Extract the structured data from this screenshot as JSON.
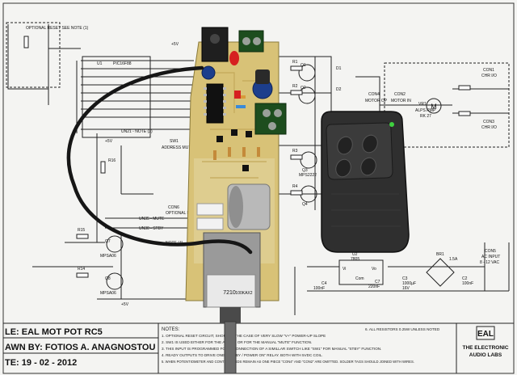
{
  "schematic": {
    "title_line": "LE: EAL MOT POT RC5",
    "drawn_line": "AWN BY: FOTIOS A. ANAGNOSTOU",
    "date_line": "TE: 19 - 02 - 2012",
    "notes_header": "NOTES:",
    "notes": [
      "1. OPTIONAL RESET CIRCUIT, SHOU... IN THE CASE OF VERY SLOW \"V+\" POWER-UP SLOPE",
      "2. SW1 IS USED EITHER FOR THE A... OFF OR FOR THE MANUAL \"MUTE\" FUNCTION.",
      "3. THIS INPUT IS PROGRAMMED FOR ... CONNECTION OF A SIMILLAR SWITCH LIKE \"SW1\" FOR MANUAL \"STBY\" FUNCTION.",
      "4. READY OUTPUTS TO DRIVE ONE ... \"STBY / POWER ON\" RELAY. BOTH WITH 5VDC COIL.",
      "5. WHEN POTENTIOMETER AND CONT... BOARDS REMAIN AS ONE PIECE \"CON4\" AND \"CON2\" ARE OMITTED. SOLDER TAGS SHOULD JOINED WITH WIRES."
    ],
    "resistor_note": "6. ALL RESISTORS 0.25W UNLESS NOTED",
    "logo_text": "EAL",
    "company_line1": "THE ELECTRONIC",
    "company_line2": "AUDIO LABS",
    "labels": {
      "optional_reset": "OPTIONAL RESET SEE NOTE (1)",
      "pic": "PIC16F88",
      "u1": "U1",
      "sw1": "SW1",
      "sw1_note": "ADDRESS MUTE NOTE (2)",
      "un21": "UN21 - NOTE (3)",
      "un35": "UN35 - MUTE",
      "un30": "UN30 - STBY",
      "con6": "CON6",
      "optional_relays": "OPTIONAL RELAYS",
      "note4": "NOTE (4)",
      "q7": "Q7",
      "q7_part": "MPSA06",
      "q8": "Q8",
      "q8_part": "MPSA06",
      "r15": "R15",
      "r14": "R14",
      "r16": "R16",
      "v5": "+5V",
      "v5b": "+5V",
      "v5c": "+5V",
      "r1": "R1",
      "r2": "R2",
      "r3": "R3",
      "r4": "R4",
      "q1": "Q1",
      "q2": "Q2",
      "q3": "Q3",
      "q4": "Q4",
      "mps2222": "MPS2222",
      "d1": "D1",
      "d2": "D2",
      "con4": "CON4",
      "motor_op": "MOTOR OP",
      "con2": "CON2",
      "motor_in": "MOTOR IN",
      "vr1": "VR1",
      "alps": "ALPS RMP",
      "rk27": "RK 27",
      "con1": "CON1",
      "chr_l": "CHR I/O",
      "con3": "CON3",
      "chr_r": "CHR I/O",
      "u2": "U2",
      "reg": "7805",
      "vi": "Vi",
      "vo": "Vo",
      "com": "Com",
      "br1": "BR1",
      "br1_rating": "1.5A",
      "con5": "CON5",
      "ac_input": "AC INPUT",
      "ac_range": "8 - 12 VAC",
      "c4": "C4",
      "c4_val": "100nF",
      "c7": "C7",
      "c7_val": "220nF",
      "c3": "C3",
      "c3_val": "1000µF",
      "c3_v": "16V",
      "c2": "C2",
      "c2_val": "100nF",
      "motor_symbol": "M"
    }
  },
  "board": {
    "pot_label": "7210",
    "pot_code": "100KAX2"
  },
  "remote": {
    "button_count": 4
  },
  "colors": {
    "paper": "#ffffff",
    "ink": "#1a1a1a",
    "board": "#d6c27a",
    "remote": "#2e2e2e",
    "cable": "#161616",
    "led_green": "#3fd13f"
  }
}
